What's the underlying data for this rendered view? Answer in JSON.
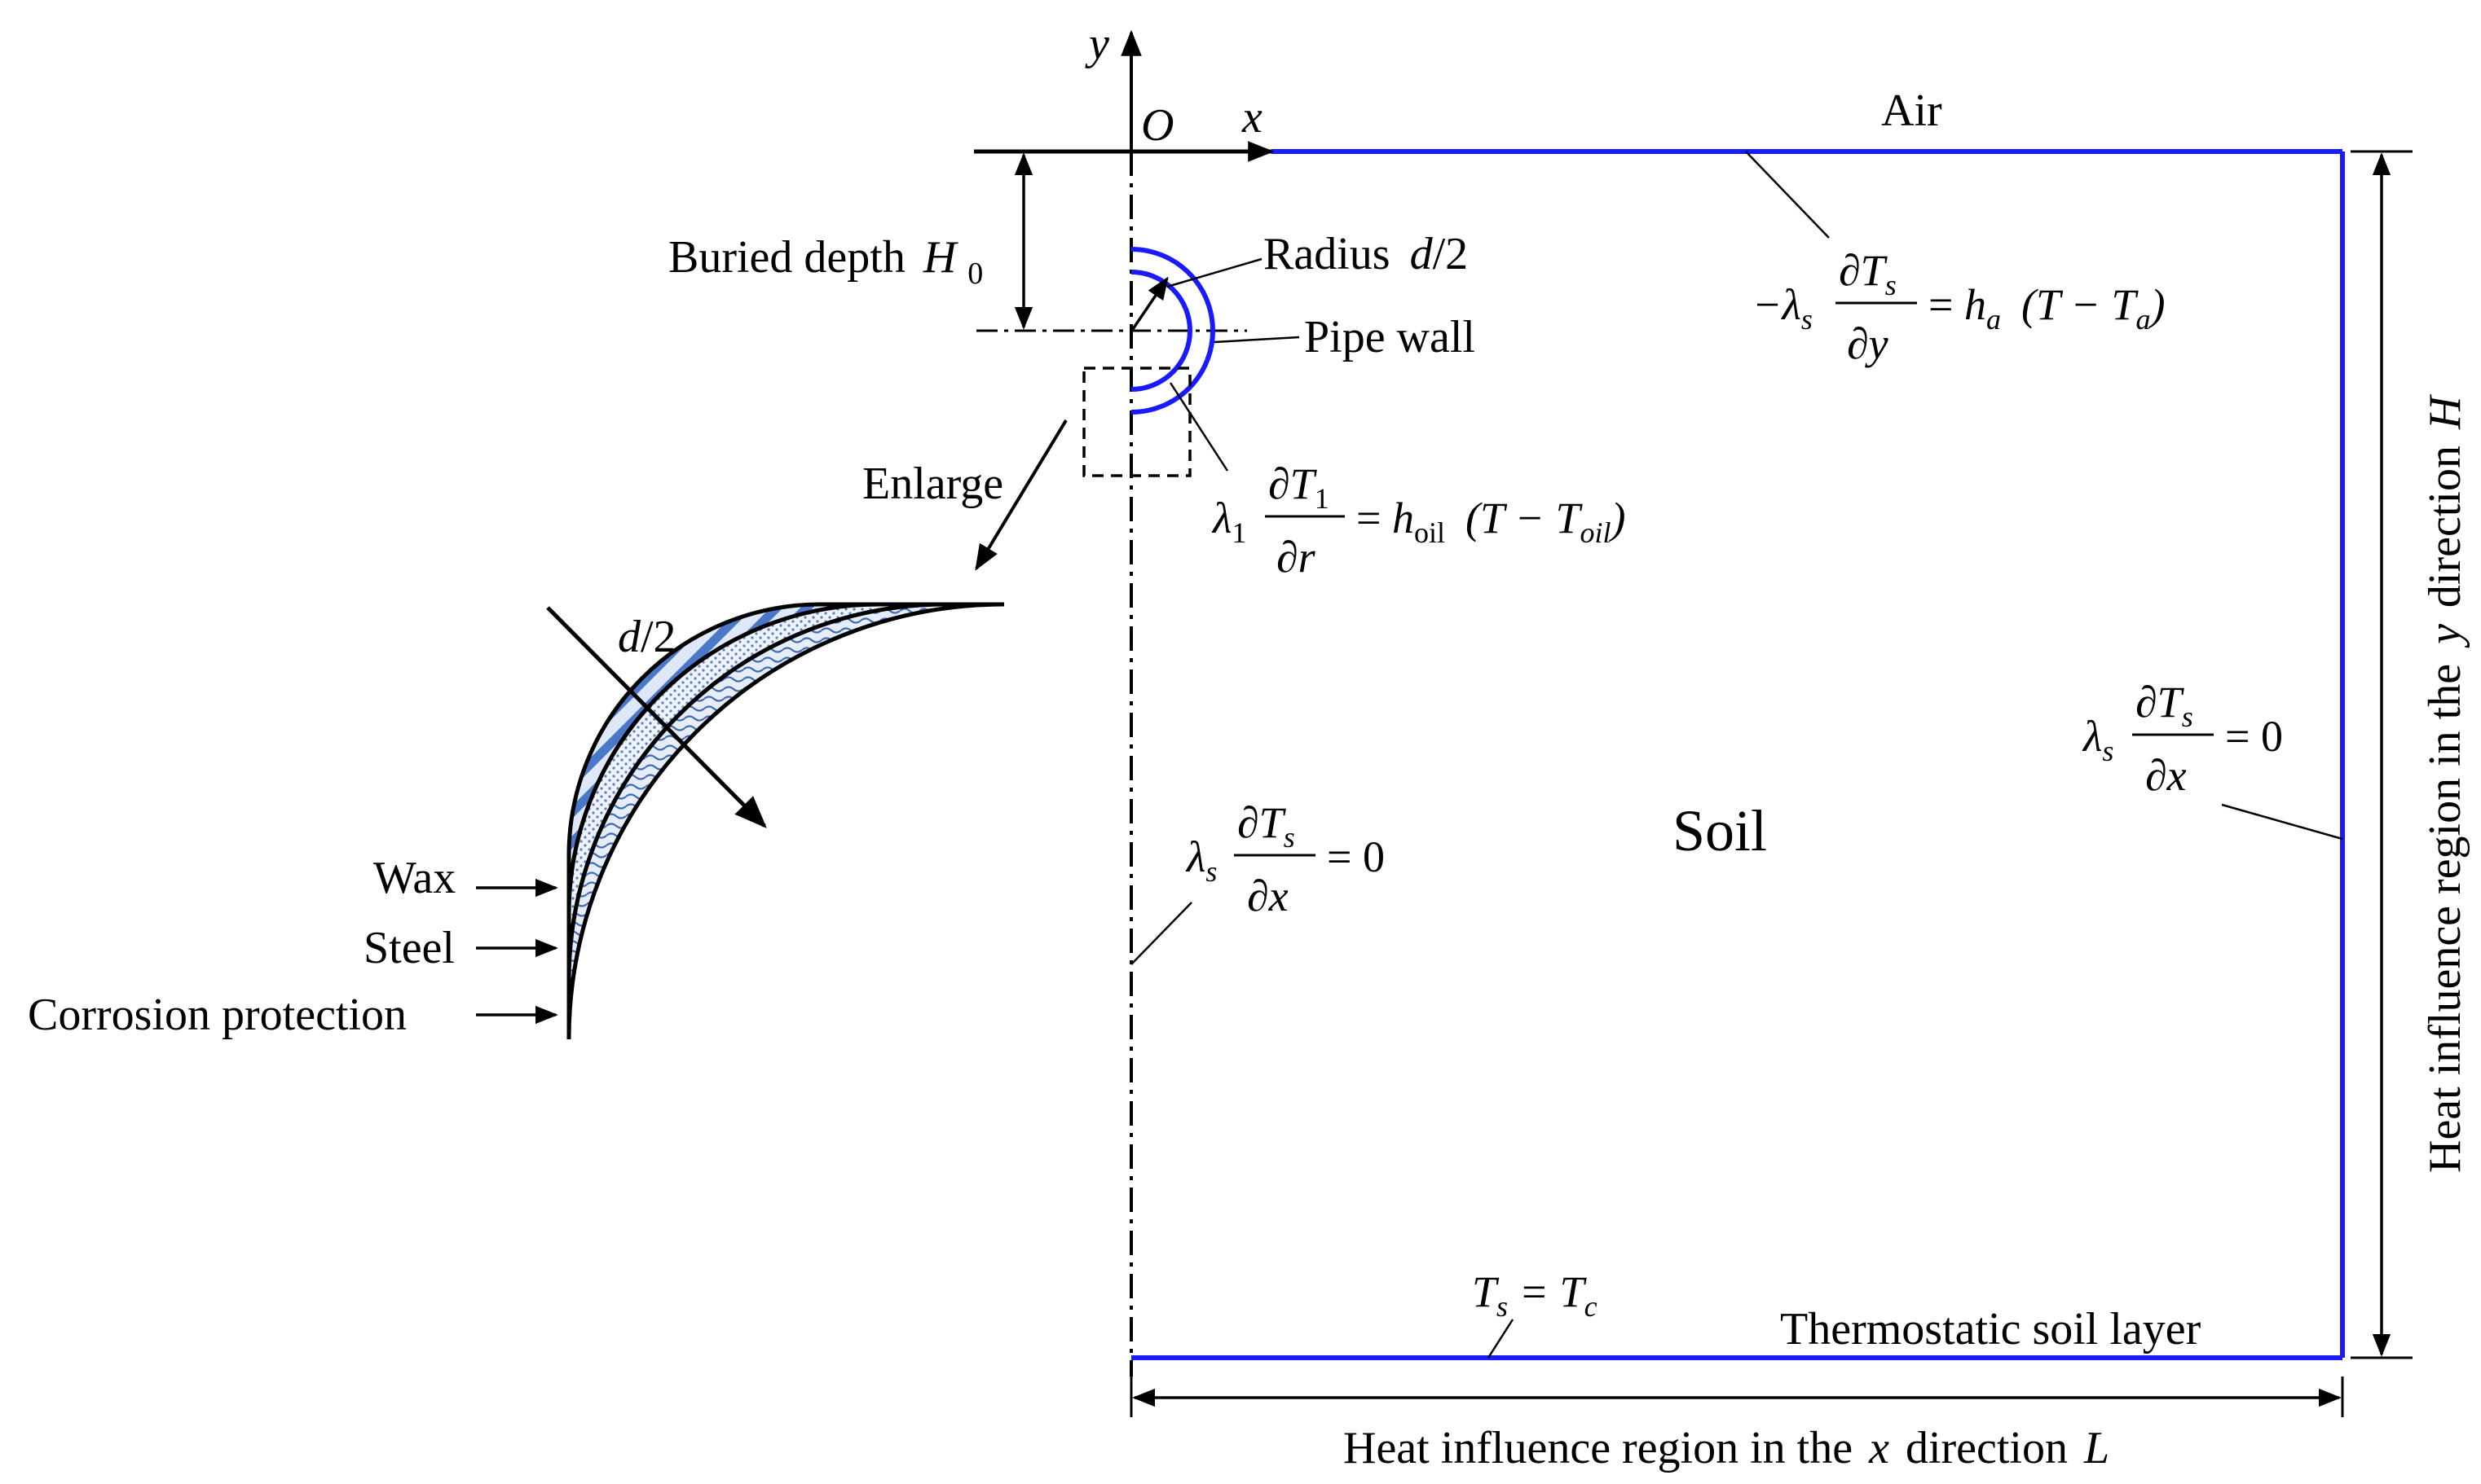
{
  "axes": {
    "y": "y",
    "origin": "O",
    "x": "x"
  },
  "regions": {
    "air": "Air",
    "soil": "Soil",
    "bottom_layer": "Thermostatic soil layer"
  },
  "pipe": {
    "buried_depth": "Buried depth",
    "buried_depth_sym": "H",
    "buried_depth_sub": "0",
    "radius": "Radius",
    "radius_sym": "d",
    "radius_tail": "/2",
    "pipe_wall": "Pipe wall",
    "enlarge": "Enlarge"
  },
  "enlarged": {
    "radius_sym": "d",
    "radius_tail": "/2",
    "layers": [
      "Wax",
      "Steel",
      "Corrosion protection"
    ]
  },
  "dimensions": {
    "x_text": "Heat influence region in the",
    "x_sym": "x",
    "x_word": "direction",
    "x_len": "L",
    "y_text": "Heat influence region in the",
    "y_sym": "y",
    "y_word": "direction",
    "y_len": "H"
  },
  "equations": {
    "air": {
      "lead": "−λ",
      "sub": "s",
      "num": "∂T",
      "num_sub": "s",
      "den": "∂y",
      "rhs_h": "h",
      "rhs_h_sub": "a",
      "rhs_paren": "(T − T",
      "rhs_paren_sub": "a",
      "rhs_close": ")"
    },
    "oil": {
      "lead": "λ",
      "sub": "1",
      "num": "∂T",
      "num_sub": "1",
      "den": "∂r",
      "rhs_h": "h",
      "rhs_h_sub": "oil",
      "rhs_paren": "(T − T",
      "rhs_paren_sub": "oil",
      "rhs_close": ")"
    },
    "left": {
      "lead": "λ",
      "sub": "s",
      "num": "∂T",
      "num_sub": "s",
      "den": "∂x",
      "rhs": "= 0"
    },
    "right": {
      "lead": "λ",
      "sub": "s",
      "num": "∂T",
      "num_sub": "s",
      "den": "∂x",
      "rhs": "= 0"
    },
    "bottom": {
      "lhs": "T",
      "lhs_sub": "s",
      "eq": "=",
      "rhs": "T",
      "rhs_sub": "c"
    }
  },
  "colors": {
    "boundary": "#1a1aff",
    "line": "#000000",
    "wax": "#4a78c8",
    "steel": "#5a7fc0",
    "coating": "#3f6bb8"
  }
}
